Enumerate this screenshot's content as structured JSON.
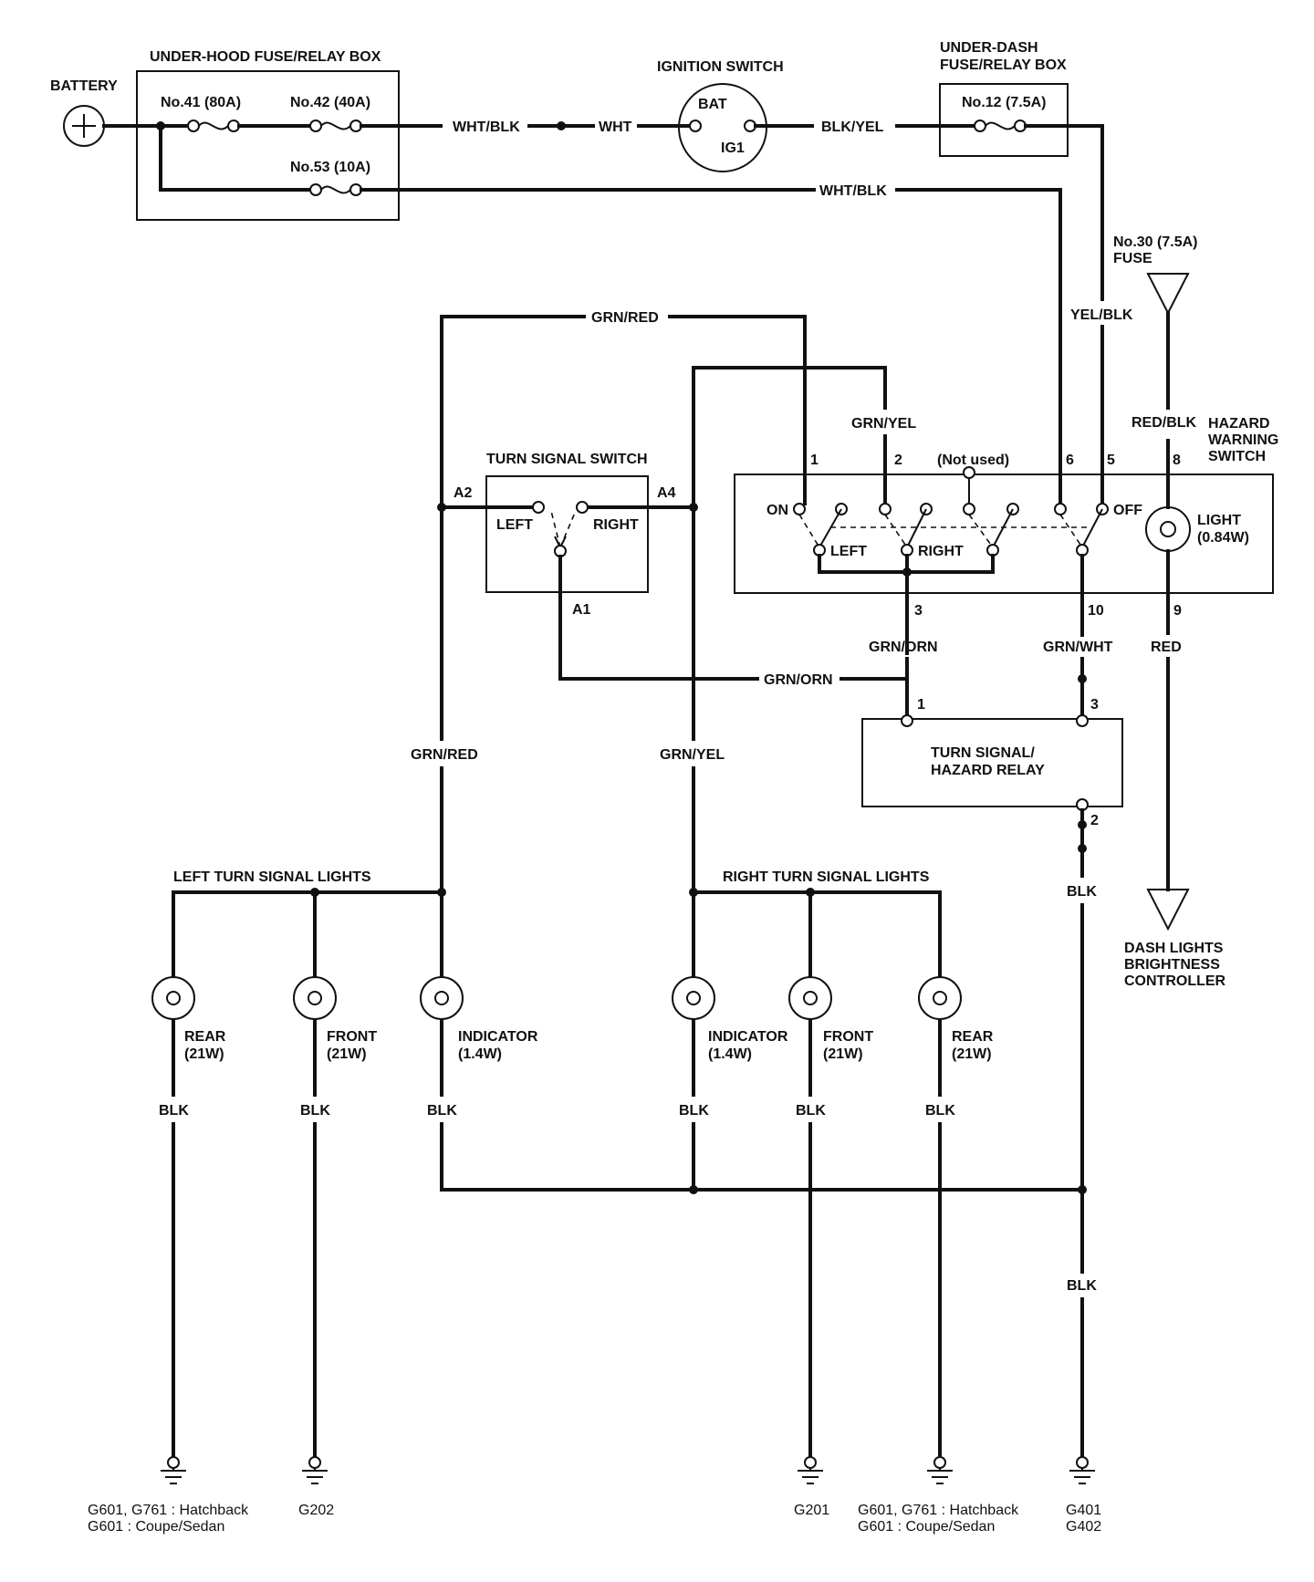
{
  "battery": {
    "label": "BATTERY",
    "symbol": "+"
  },
  "underhood_box": {
    "title": "UNDER-HOOD FUSE/RELAY BOX",
    "fuse41": "No.41 (80A)",
    "fuse42": "No.42 (40A)",
    "fuse53": "No.53 (10A)"
  },
  "ignition": {
    "title": "IGNITION SWITCH",
    "bat": "BAT",
    "ig1": "IG1"
  },
  "underdash_box": {
    "title_line1": "UNDER-DASH",
    "title_line2": "FUSE/RELAY BOX",
    "fuse12": "No.12 (7.5A)"
  },
  "fuse30": {
    "line1": "No.30 (7.5A)",
    "line2": "FUSE"
  },
  "wires": {
    "wht_blk": "WHT/BLK",
    "wht": "WHT",
    "blk_yel": "BLK/YEL",
    "wht_blk_2": "WHT/BLK",
    "yel_blk": "YEL/BLK",
    "grn_red_top": "GRN/RED",
    "grn_yel_top": "GRN/YEL",
    "red_blk": "RED/BLK",
    "grn_orn_1": "GRN/ORN",
    "grn_wht": "GRN/WHT",
    "red": "RED",
    "grn_orn_2": "GRN/ORN",
    "grn_red_mid": "GRN/RED",
    "grn_yel_mid": "GRN/YEL",
    "blk_relay": "BLK",
    "blk_main": "BLK"
  },
  "hazard_switch": {
    "title_line1": "HAZARD",
    "title_line2": "WARNING",
    "title_line3": "SWITCH",
    "not_used": "(Not used)",
    "on": "ON",
    "off": "OFF",
    "left": "LEFT",
    "right": "RIGHT",
    "light_line1": "LIGHT",
    "light_line2": "(0.84W)",
    "pins": {
      "p1": "1",
      "p2": "2",
      "p6": "6",
      "p5": "5",
      "p8": "8",
      "p3": "3",
      "p10": "10",
      "p9": "9"
    }
  },
  "turn_switch": {
    "title": "TURN SIGNAL SWITCH",
    "a2": "A2",
    "a4": "A4",
    "a1": "A1",
    "left": "LEFT",
    "right": "RIGHT"
  },
  "relay": {
    "line1": "TURN SIGNAL/",
    "line2": "HAZARD RELAY",
    "p1": "1",
    "p3": "3",
    "p2": "2"
  },
  "dash_lights": {
    "line1": "DASH LIGHTS",
    "line2": "BRIGHTNESS",
    "line3": "CONTROLLER"
  },
  "left_lights": {
    "title": "LEFT TURN SIGNAL LIGHTS",
    "rear": {
      "name": "REAR",
      "watt": "(21W)",
      "wire": "BLK"
    },
    "front": {
      "name": "FRONT",
      "watt": "(21W)",
      "wire": "BLK"
    },
    "indicator": {
      "name": "INDICATOR",
      "watt": "(1.4W)",
      "wire": "BLK"
    }
  },
  "right_lights": {
    "title": "RIGHT TURN SIGNAL LIGHTS",
    "indicator": {
      "name": "INDICATOR",
      "watt": "(1.4W)",
      "wire": "BLK"
    },
    "front": {
      "name": "FRONT",
      "watt": "(21W)",
      "wire": "BLK"
    },
    "rear": {
      "name": "REAR",
      "watt": "(21W)",
      "wire": "BLK"
    }
  },
  "grounds": {
    "left_rear_line1": "G601, G761 : Hatchback",
    "left_rear_line2": "G601 : Coupe/Sedan",
    "left_front": "G202",
    "right_front": "G201",
    "right_rear_line1": "G601, G761 : Hatchback",
    "right_rear_line2": "G601 : Coupe/Sedan",
    "relay_line1": "G401",
    "relay_line2": "G402"
  }
}
